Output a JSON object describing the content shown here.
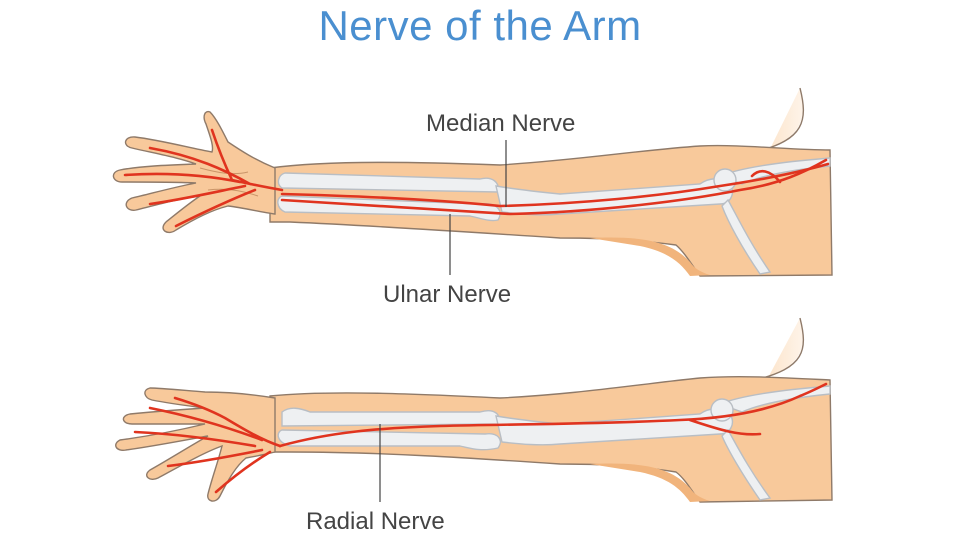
{
  "title": "Nerve of the Arm",
  "labels": {
    "median": "Median Nerve",
    "ulnar": "Ulnar Nerve",
    "radial": "Radial Nerve"
  },
  "colors": {
    "title": "#4a8fd0",
    "skin": "#f8c99b",
    "skin_shadow": "#f1b47c",
    "outline": "#8f7a69",
    "bone": "#eef0f2",
    "bone_outline": "#b9bec4",
    "nerve": "#e0341f",
    "torso_shadow": "#d5d8db",
    "torso_light": "#fde7cf"
  }
}
